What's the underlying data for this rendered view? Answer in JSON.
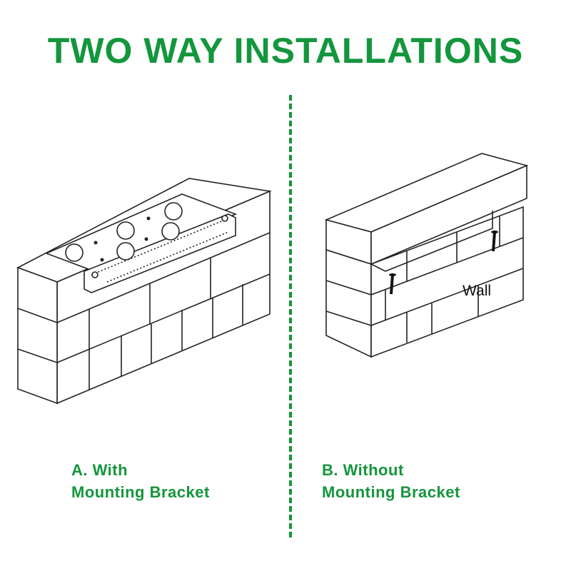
{
  "title": "TWO WAY INSTALLATIONS",
  "options": [
    {
      "line1": "A. With",
      "line2": "Mounting Bracket"
    },
    {
      "line1": "B. Without",
      "line2": "Mounting Bracket"
    }
  ],
  "wall_label": "Wall",
  "colors": {
    "accent": "#13963c"
  }
}
